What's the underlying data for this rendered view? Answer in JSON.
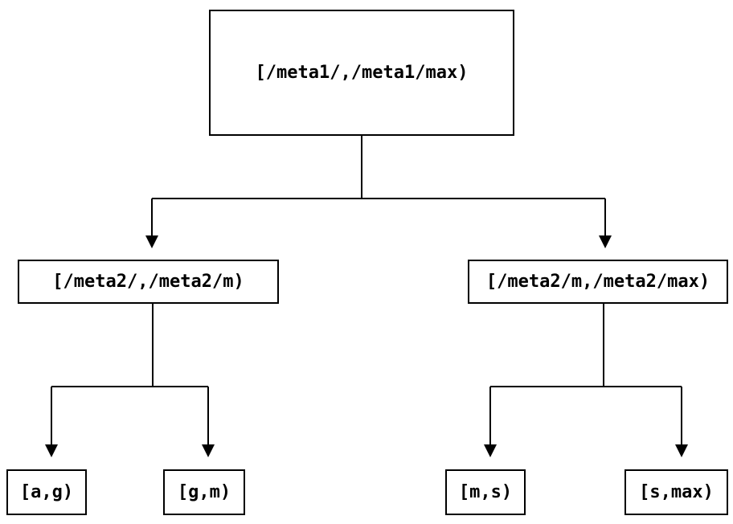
{
  "diagram": {
    "type": "tree",
    "colors": {
      "background": "#ffffff",
      "line": "#000000",
      "text": "#000000"
    },
    "nodes": {
      "root": {
        "label": "[/meta1/,/meta1/max)"
      },
      "left_child": {
        "label": "[/meta2/,/meta2/m)"
      },
      "right_child": {
        "label": "[/meta2/m,/meta2/max)"
      },
      "leaf_a_g": {
        "label": "[a,g)"
      },
      "leaf_g_m": {
        "label": "[g,m)"
      },
      "leaf_m_s": {
        "label": "[m,s)"
      },
      "leaf_s_max": {
        "label": "[s,max)"
      }
    },
    "edges": [
      {
        "from": "root",
        "to": "left_child"
      },
      {
        "from": "root",
        "to": "right_child"
      },
      {
        "from": "left_child",
        "to": "leaf_a_g"
      },
      {
        "from": "left_child",
        "to": "leaf_g_m"
      },
      {
        "from": "right_child",
        "to": "leaf_m_s"
      },
      {
        "from": "right_child",
        "to": "leaf_s_max"
      }
    ]
  }
}
